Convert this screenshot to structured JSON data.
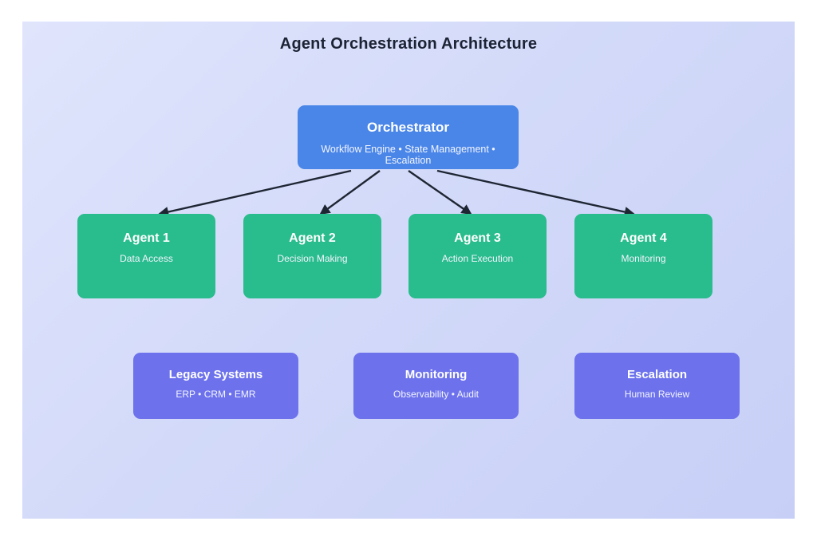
{
  "title": "Agent Orchestration Architecture",
  "orchestrator": {
    "title": "Orchestrator",
    "subtitle": "Workflow Engine • State Management • Escalation"
  },
  "agents": [
    {
      "title": "Agent 1",
      "subtitle": "Data Access"
    },
    {
      "title": "Agent 2",
      "subtitle": "Decision Making"
    },
    {
      "title": "Agent 3",
      "subtitle": "Action Execution"
    },
    {
      "title": "Agent 4",
      "subtitle": "Monitoring"
    }
  ],
  "systems": [
    {
      "title": "Legacy Systems",
      "subtitle": "ERP • CRM • EMR"
    },
    {
      "title": "Monitoring",
      "subtitle": "Observability • Audit"
    },
    {
      "title": "Escalation",
      "subtitle": "Human Review"
    }
  ],
  "edges": [
    {
      "from": "orchestrator",
      "to": "agent-1"
    },
    {
      "from": "orchestrator",
      "to": "agent-2"
    },
    {
      "from": "orchestrator",
      "to": "agent-3"
    },
    {
      "from": "orchestrator",
      "to": "agent-4"
    }
  ],
  "colors": {
    "orchestrator_fill": "#4a86e8",
    "agent_fill": "#29bc8c",
    "system_fill": "#6d72ec",
    "arrow": "#1f2633",
    "canvas_top": "#e0e5fc",
    "canvas_bottom": "#c7cff7",
    "title_text": "#1b2334"
  }
}
